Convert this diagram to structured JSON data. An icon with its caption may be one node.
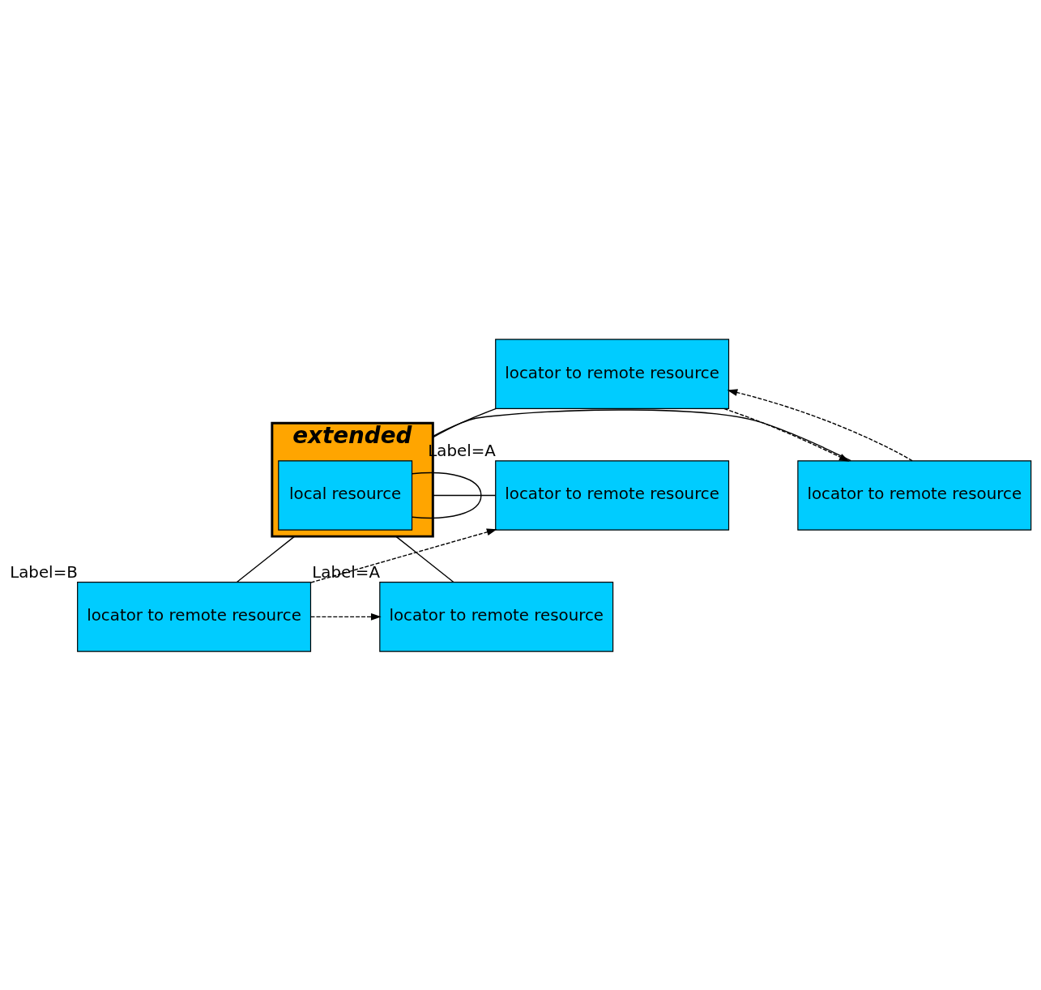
{
  "diagram": {
    "nodes": [
      {
        "text": [
          "extended"
        ]
      },
      {
        "text": [
          "local resource"
        ],
        "in": 0
      },
      {
        "text": [
          "locator to remote resource"
        ]
      },
      {
        "text": [
          "locator to remote resource"
        ],
        "beside": [
          "Label=A"
        ]
      },
      {
        "text": [
          "locator to remote resource"
        ]
      },
      {
        "text": [
          "locator to remote resource"
        ],
        "beside": [
          "Label=B"
        ]
      },
      {
        "text": [
          "locator to remote resource"
        ],
        "beside": [
          "Label=A"
        ]
      }
    ],
    "edges": [
      {
        "from": 2,
        "to": 0,
        "arrow": "none"
      },
      {
        "from": 0,
        "to": 3,
        "arrow": "none"
      },
      {
        "from": 0,
        "to": 4,
        "arrow": "none"
      },
      {
        "from": 0,
        "to": 5,
        "arrow": "none"
      },
      {
        "from": 0,
        "to": 6,
        "arrow": "none"
      },
      {
        "from": 1,
        "to": 0,
        "arrow": "none"
      },
      {
        "from": 2,
        "to": 4,
        "arrow": "to",
        "style": "dashed"
      },
      {
        "from": 4,
        "to": 2,
        "arrow": "to",
        "style": "dashed"
      },
      {
        "from": 5,
        "to": 3,
        "arrow": "to",
        "style": "dashed"
      },
      {
        "from": 5,
        "to": 6,
        "arrow": "to",
        "style": "dashed"
      }
    ]
  }
}
